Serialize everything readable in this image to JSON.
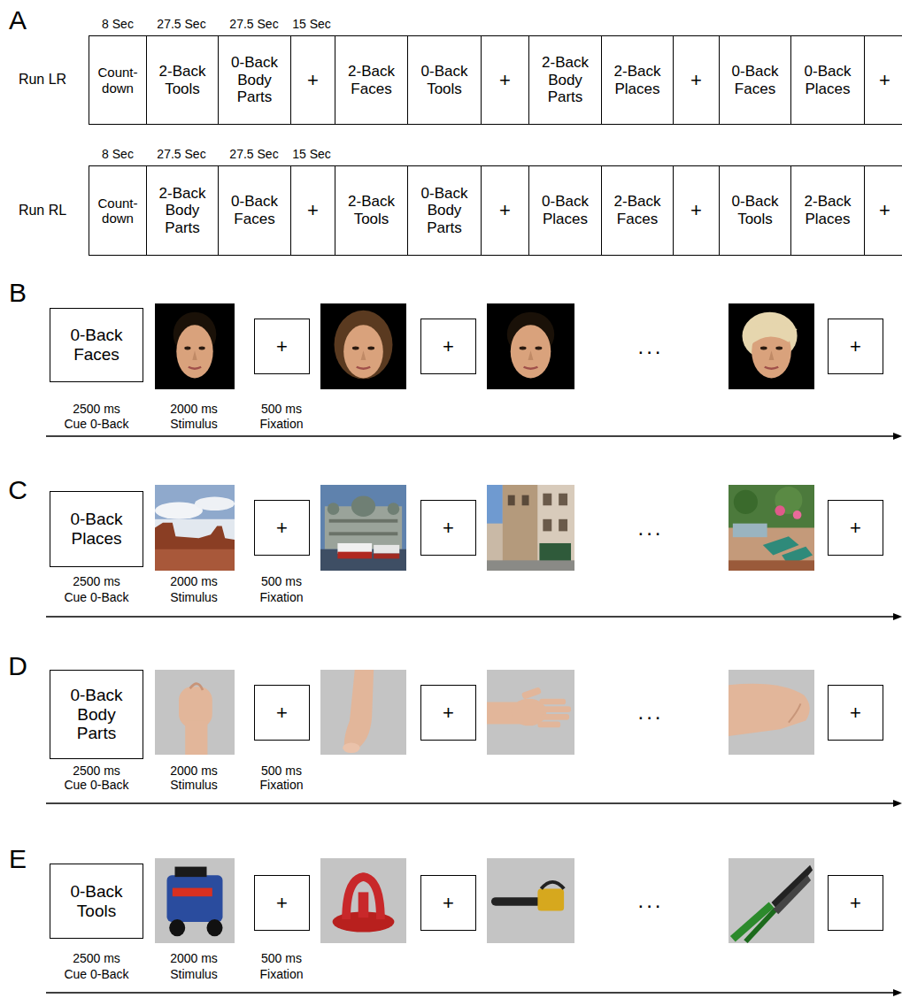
{
  "diagram": {
    "nodes": [
      {
        "text": [
          "Count-down"
        ]
      },
      {
        "text": [
          "2-Back Tools"
        ]
      },
      {
        "text": [
          "0-Back Body Parts"
        ]
      },
      {
        "text": [
          "+"
        ]
      },
      {
        "text": [
          "2-Back Faces"
        ]
      },
      {
        "text": [
          "0-Back Tools"
        ]
      },
      {
        "text": [
          "+"
        ]
      },
      {
        "text": [
          "2-Back Body Parts"
        ]
      },
      {
        "text": [
          "2-Back Places"
        ]
      },
      {
        "text": [
          "+"
        ]
      },
      {
        "text": [
          "0-Back Faces"
        ]
      },
      {
        "text": [
          "0-Back Places"
        ]
      },
      {
        "text": [
          "+"
        ]
      },
      {
        "text": [
          "Count-down"
        ]
      },
      {
        "text": [
          "2-Back Body Parts"
        ]
      },
      {
        "text": [
          "0-Back Faces"
        ]
      },
      {
        "text": [
          "+"
        ]
      },
      {
        "text": [
          "2-Back Tools"
        ]
      },
      {
        "text": [
          "0-Back Body Parts"
        ]
      },
      {
        "text": [
          "+"
        ]
      },
      {
        "text": [
          "0-Back Places"
        ]
      },
      {
        "text": [
          "2-Back Faces"
        ]
      },
      {
        "text": [
          "+"
        ]
      },
      {
        "text": [
          "0-Back Tools"
        ]
      },
      {
        "text": [
          "2-Back Places"
        ]
      },
      {
        "text": [
          "+"
        ]
      },
      {
        "text": [
          "0-Back Faces"
        ]
      },
      {
        "text": [
          "+"
        ]
      },
      {
        "text": [
          "+"
        ]
      },
      {
        "text": [
          "+"
        ]
      },
      {
        "text": [
          "0-Back Places"
        ]
      },
      {
        "text": [
          "+"
        ]
      },
      {
        "text": [
          "+"
        ]
      },
      {
        "text": [
          "+"
        ]
      },
      {
        "text": [
          "0-Back Body Parts"
        ]
      },
      {
        "text": [
          "+"
        ]
      },
      {
        "text": [
          "+"
        ]
      },
      {
        "text": [
          "+"
        ]
      },
      {
        "text": [
          "0-Back Tools"
        ]
      },
      {
        "text": [
          "+"
        ]
      },
      {
        "text": [
          "+"
        ]
      },
      {
        "text": [
          "+"
        ]
      }
    ],
    "labels": [
      "A",
      "8 Sec",
      "27.5 Sec",
      "27.5 Sec",
      "15 Sec",
      "Run LR",
      "8 Sec",
      "27.5 Sec",
      "27.5 Sec",
      "15 Sec",
      "Run RL",
      "B",
      "2500 ms",
      "Cue 0-Back",
      "2000 ms",
      "Stimulus",
      "500 ms",
      "Fixation",
      "...",
      "C",
      "2500 ms",
      "Cue 0-Back",
      "2000 ms",
      "Stimulus",
      "500 ms",
      "Fixation",
      "...",
      "D",
      "2500 ms",
      "Cue 0-Back",
      "2000 ms",
      "Stimulus",
      "500 ms",
      "Fixation",
      "...",
      "E",
      "2500 ms",
      "Cue 0-Back",
      "2000 ms",
      "Stimulus",
      "500 ms",
      "Fixation",
      "..."
    ]
  }
}
